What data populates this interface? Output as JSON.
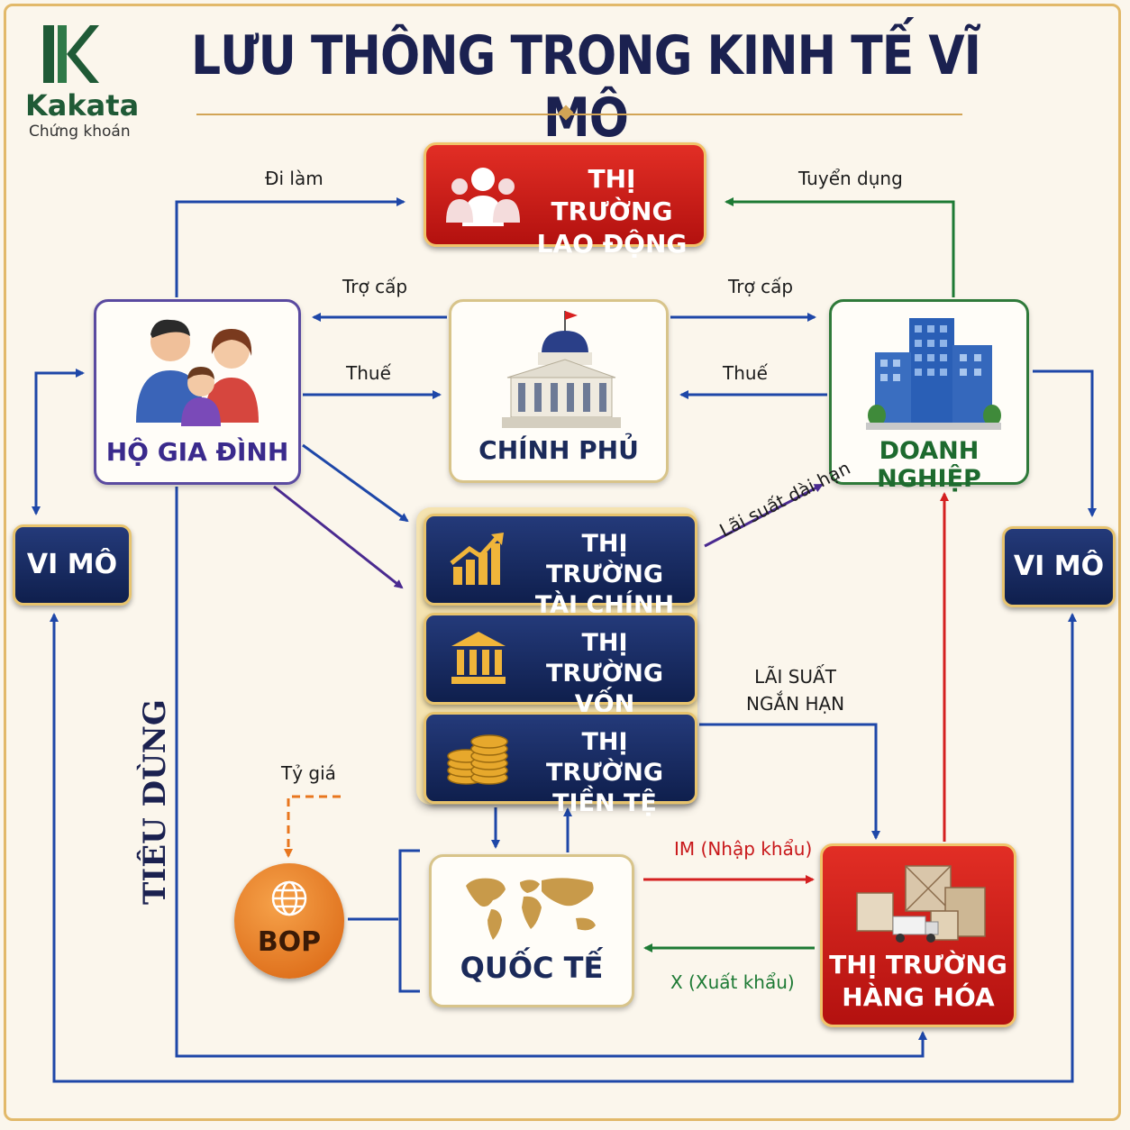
{
  "brand": {
    "name": "Kakata",
    "sub": "Chứng khoán"
  },
  "title": "LƯU THÔNG TRONG KINH TẾ VĨ MÔ",
  "nodes": {
    "labor_market": [
      "THỊ TRƯỜNG",
      "LAO ĐỘNG"
    ],
    "household": "HỘ GIA ĐÌNH",
    "government": "CHÍNH PHỦ",
    "business": "DOANH NGHIỆP",
    "micro_left": "VI MÔ",
    "micro_right": "VI MÔ",
    "financial_market": [
      "THỊ TRƯỜNG",
      "TÀI CHÍNH"
    ],
    "capital_market": [
      "THỊ TRƯỜNG",
      "VỐN"
    ],
    "money_market": [
      "THỊ TRƯỜNG",
      "TIỀN TỆ"
    ],
    "international": "QUỐC TẾ",
    "goods_market": [
      "THỊ TRƯỜNG",
      "HÀNG HÓA"
    ],
    "bop": "BOP"
  },
  "flows": {
    "go_to_work": "Đi làm",
    "hiring": "Tuyển dụng",
    "subsidy_left": "Trợ cấp",
    "subsidy_right": "Trợ cấp",
    "tax_left": "Thuế",
    "tax_right": "Thuế",
    "long_rate": "Lãi suất dài hạn",
    "short_rate": [
      "LÃI SUẤT",
      "NGẮN HẠN"
    ],
    "exchange_rate": "Tỷ giá",
    "imports": "IM (Nhập khẩu)",
    "exports": "X (Xuất khẩu)",
    "consumption": "TIÊU DÙNG"
  },
  "colors": {
    "navy": "#1b2a6b",
    "red": "#c8171a",
    "green": "#1d7a34",
    "purple": "#4a2a90",
    "orange": "#e8761e",
    "gold": "#e2b96a"
  }
}
